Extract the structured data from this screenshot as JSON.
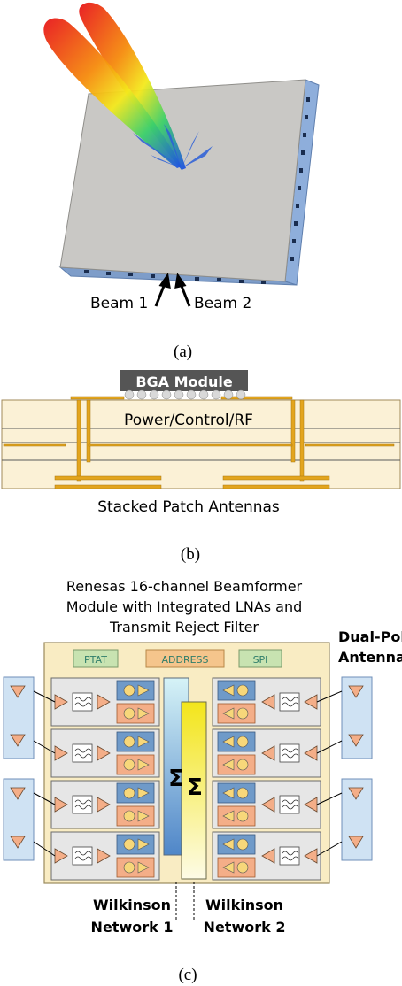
{
  "panel_a": {
    "beam1_label": "Beam 1",
    "beam2_label": "Beam 2",
    "caption": "(a)"
  },
  "panel_b": {
    "bga_label": "BGA Module",
    "layers_label": "Power/Control/RF",
    "antennas_label": "Stacked Patch Antennas",
    "caption": "(b)"
  },
  "panel_c": {
    "title_line1": "Renesas 16-channel Beamformer",
    "title_line2": "Module with Integrated LNAs and",
    "title_line3": "Transmit Reject Filter",
    "dualpol_line1": "Dual-Pol",
    "dualpol_line2": "Antenna",
    "ptat_label": "PTAT",
    "address_label": "ADDRESS",
    "spi_label": "SPI",
    "sigma1": "Σ",
    "sigma2": "Σ",
    "wilk1_line1": "Wilkinson",
    "wilk1_line2": "Network 1",
    "wilk2_line1": "Wilkinson",
    "wilk2_line2": "Network 2",
    "caption": "(c)"
  },
  "colors": {
    "plate": "#c9c8c5",
    "plate_edge": "#7e9dc9",
    "pcb": "#fbf1d6",
    "via": "#e3a51e",
    "module": "#f9ecc3",
    "chain_blue": "#6f9ac9",
    "chain_orange": "#f4ae88",
    "ptat_bg": "#c8e3b1",
    "address_bg": "#f5c58c",
    "spi_bg": "#c8e3b1",
    "antenna_bg": "#cfe2f3"
  }
}
